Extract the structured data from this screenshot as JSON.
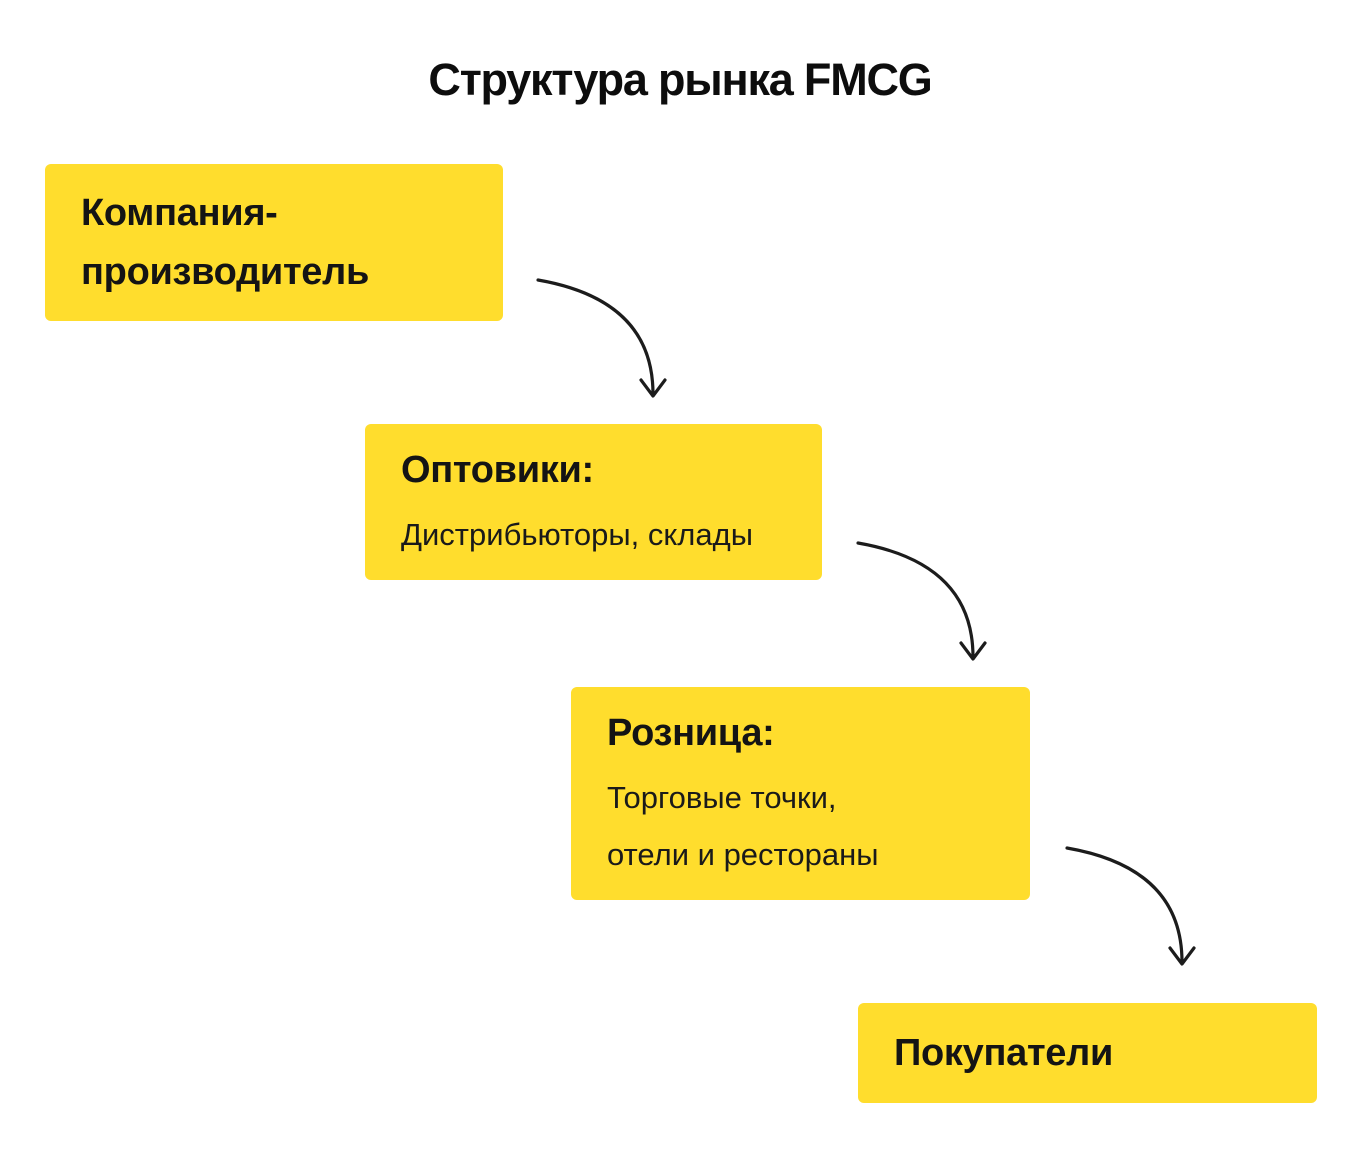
{
  "title": "Структура рынка FMCG",
  "colors": {
    "background": "#FFFFFF",
    "node_fill": "#FFDD2D",
    "heading_text": "#141414",
    "body_text": "#1A1A1A",
    "arrow": "#1C1C1C"
  },
  "nodes": [
    {
      "heading": "Компания-\nпроизводитель",
      "body": ""
    },
    {
      "heading": "Оптовики:",
      "body": "Дистрибьюторы, склады"
    },
    {
      "heading": "Розница:",
      "body": "Торговые точки,\nотели и рестораны"
    },
    {
      "heading": "Покупатели",
      "body": ""
    }
  ]
}
